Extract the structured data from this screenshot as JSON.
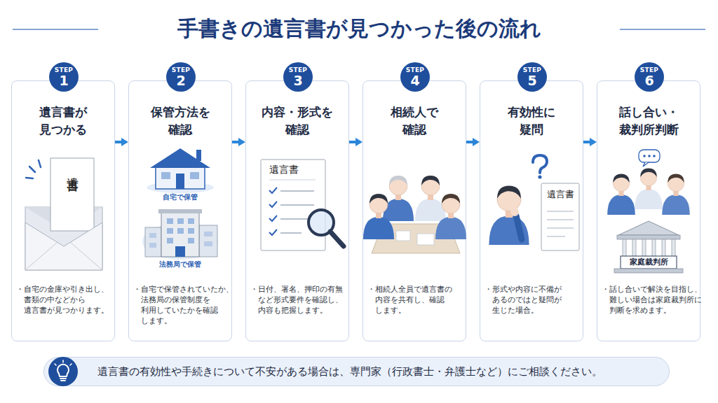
{
  "diagram": {
    "title": "手書きの遺言書が見つかった後の流れ",
    "nodes": [
      {
        "text": [
          "遺言書が 見つかる",
          "・自宅の金庫や引き出し、 書類の中などから 遺言書が見つかります。"
        ]
      },
      {
        "text": [
          "STEP",
          "1"
        ],
        "in": 0
      },
      {
        "text": [
          "保管方法を 確認",
          "・自宅で保管されていたか、 法務局の保管制度を 利用していたかを確認 します。"
        ]
      },
      {
        "text": [
          "STEP",
          "2"
        ],
        "in": 2
      },
      {
        "text": [
          "内容・形式を 確認",
          "・日付、署名、押印の有無 など形式要件を確認し、 内容も把握します。"
        ]
      },
      {
        "text": [
          "STEP",
          "3"
        ],
        "in": 4
      },
      {
        "text": [
          "相続人で 確認",
          "・相続人全員で遺言書の 内容を共有し、確認 します。"
        ]
      },
      {
        "text": [
          "STEP",
          "4"
        ],
        "in": 6
      },
      {
        "text": [
          "有効性に 疑問",
          "・形式や内容に不備が あるのではと疑問が 生じた場合。"
        ]
      },
      {
        "text": [
          "STEP",
          "5"
        ],
        "in": 8
      },
      {
        "text": [
          "話し合い・ 裁判所判断",
          "・話し合いで解決を目指し、 難しい場合は家庭裁判所に 判断を求めます。"
        ]
      },
      {
        "text": [
          "STEP",
          "6"
        ],
        "in": 10
      },
      {
        "text": [
          "遺言書の有効性や手続きについて不安がある場合は、専門家（行政書士・弁護士など）にご相談ください。"
        ]
      }
    ],
    "edges": [
      {
        "from": 0,
        "to": 2,
        "arrow": "to"
      },
      {
        "from": 2,
        "to": 4,
        "arrow": "to"
      },
      {
        "from": 4,
        "to": 6,
        "arrow": "to"
      },
      {
        "from": 6,
        "to": 8,
        "arrow": "to"
      },
      {
        "from": 8,
        "to": 10,
        "arrow": "to"
      }
    ],
    "labels": [
      "遺言書",
      "自宅で保管",
      "法務局で保管",
      "遺言書",
      "遺言書",
      "家庭裁判所"
    ]
  }
}
